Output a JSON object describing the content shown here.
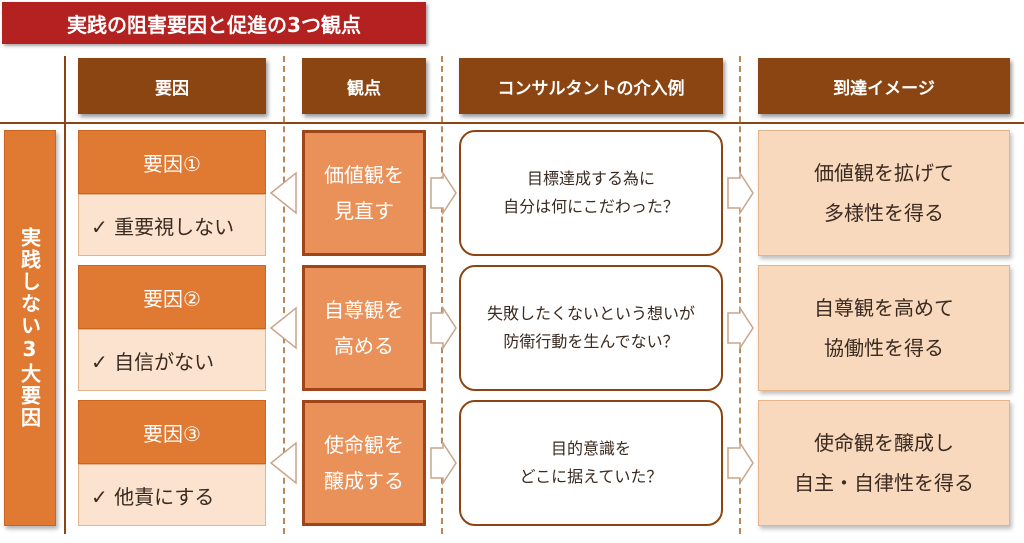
{
  "title": "実践の阻害要因と促進の3つ観点",
  "headers": {
    "factor": "要因",
    "viewpoint": "観点",
    "consultant": "コンサルタントの介入例",
    "goal": "到達イメージ"
  },
  "side_label": "実践しない3大要因",
  "rows": [
    {
      "factor_title": "要因①",
      "factor_detail": "✓ 重要視しない",
      "viewpoint_lines": [
        "価値観を",
        "見直す"
      ],
      "consultant_lines": [
        "目標達成する為に",
        "自分は何にこだわった？"
      ],
      "goal_lines": [
        "価値観を拡げて",
        "多様性を得る"
      ]
    },
    {
      "factor_title": "要因②",
      "factor_detail": "✓ 自信がない",
      "viewpoint_lines": [
        "自尊観を",
        "高める"
      ],
      "consultant_lines": [
        "失敗したくないという想いが",
        "防衛行動を生んでない？"
      ],
      "goal_lines": [
        "自尊観を高めて",
        "協働性を得る"
      ]
    },
    {
      "factor_title": "要因③",
      "factor_detail": "✓ 他責にする",
      "viewpoint_lines": [
        "使命観を",
        "醸成する"
      ],
      "consultant_lines": [
        "目的意識を",
        "どこに据えていた？"
      ],
      "goal_lines": [
        "使命観を醸成し",
        "自主・自律性を得る"
      ]
    }
  ],
  "colors": {
    "title_bg": "#b32121",
    "header_bg": "#8b4513",
    "factor_orange": "#e07a33",
    "factor_light": "#fbe3cf",
    "viewpoint_bg": "#e99158",
    "goal_bg": "#f9d9bd"
  }
}
